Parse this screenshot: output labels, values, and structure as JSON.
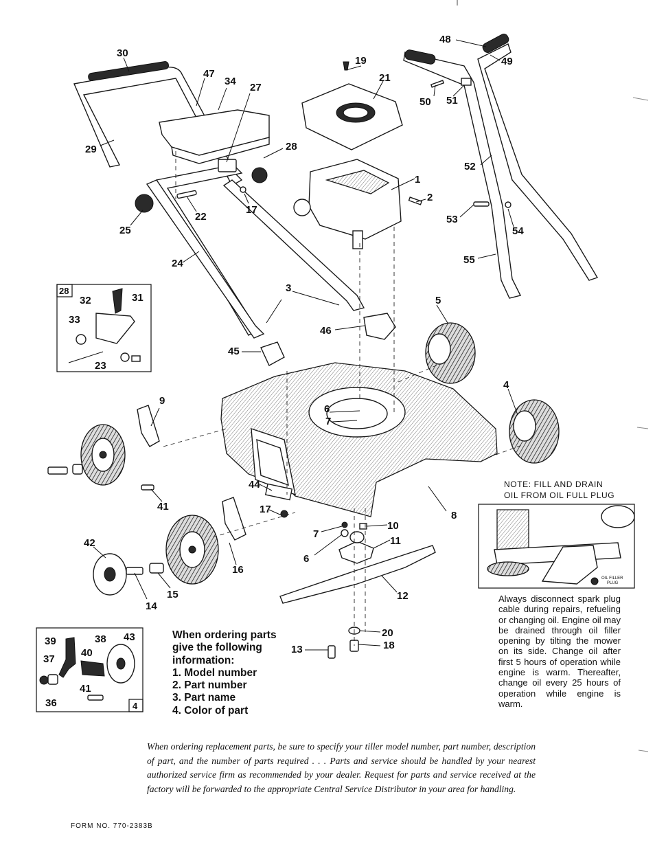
{
  "callouts": {
    "n1": "1",
    "n2": "2",
    "n3": "3",
    "n4": "4",
    "n5": "5",
    "n6": "6",
    "n7": "7",
    "n8": "8",
    "n9": "9",
    "n10": "10",
    "n11": "11",
    "n12": "12",
    "n13": "13",
    "n14": "14",
    "n15": "15",
    "n16": "16",
    "n17": "17",
    "n18": "18",
    "n19": "19",
    "n20": "20",
    "n21": "21",
    "n22": "22",
    "n23": "23",
    "n24": "24",
    "n25": "25",
    "n27": "27",
    "n28": "28",
    "n29": "29",
    "n30": "30",
    "n31": "31",
    "n32": "32",
    "n33": "33",
    "n34": "34",
    "n36": "36",
    "n37": "37",
    "n38": "38",
    "n39": "39",
    "n40": "40",
    "n41": "41",
    "n42": "42",
    "n43": "43",
    "n44": "44",
    "n45": "45",
    "n46": "46",
    "n47": "47",
    "n48": "48",
    "n49": "49",
    "n50": "50",
    "n51": "51",
    "n52": "52",
    "n53": "53",
    "n54": "54",
    "n55": "55"
  },
  "inset_tags": {
    "upper": "28",
    "lower": "4"
  },
  "oil_plug_label": [
    "OIL FILLER",
    "PLUG"
  ],
  "note": [
    "NOTE:  FILL  AND  DRAIN",
    "OIL  FROM  OIL  FULL  PLUG"
  ],
  "disconnect_text": "Always disconnect spark plug cable during repairs, refueling or changing oil. Engine oil may be drained through oil filler opening by tilting the mower on its side. Change oil after first 5 hours of operation while engine is warm. Thereafter, change oil every 25 hours of operation while engine is warm.",
  "ordering": {
    "heading": "When ordering parts give the following information:",
    "items": [
      "1. Model number",
      "2. Part number",
      "3. Part name",
      "4. Color of part"
    ]
  },
  "footnote": "When ordering replacement parts, be sure to specify your tiller model number, part number, description of part, and the number of parts required . . . Parts and service should be handled by your nearest authorized service firm as recommended by your dealer. Request for parts and service received at the factory will be forwarded to the appropriate Central Service Distributor in your area for handling.",
  "form_number": "FORM NO. 770-2383B"
}
